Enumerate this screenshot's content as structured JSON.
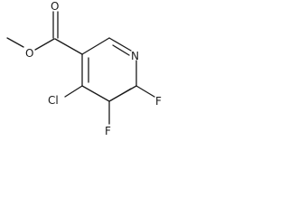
{
  "structure": {
    "atoms": {
      "methyl_oxygen": "O",
      "carbonyl_oxygen": "O",
      "ring_nitrogen": "N",
      "fluorine_6": "F",
      "fluorine_5": "F",
      "chlorine": "Cl"
    }
  }
}
